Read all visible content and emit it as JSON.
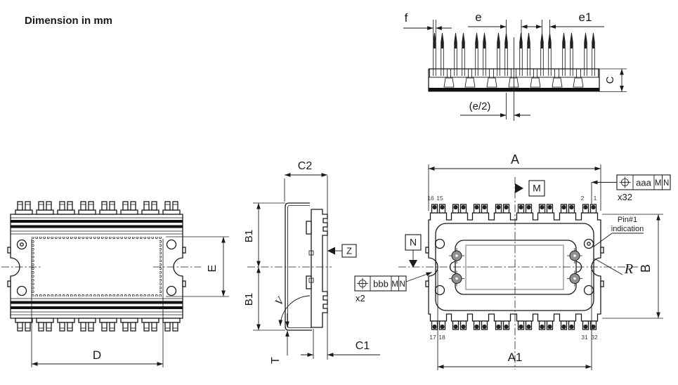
{
  "title": "Dimension in mm",
  "colors": {
    "line": "#1a1a1a",
    "pin_tip": "#222222",
    "baseplate": "#111111",
    "screw": "#8f8f8f",
    "inner_rect": "#999999"
  },
  "pin_row_view": {
    "f": "f",
    "e": "e",
    "e1": "e1",
    "c": "C",
    "e_half": "(e/2)"
  },
  "bottom_view": {
    "d": "D",
    "e": "E"
  },
  "side_view": {
    "c2": "C2",
    "b1_top": "B1",
    "b1_bottom": "B1",
    "z": "Z",
    "v": "V",
    "t": "T",
    "c1": "C1"
  },
  "top_view": {
    "a": "A",
    "a1": "A1",
    "b": "B",
    "r": "R",
    "m": "M",
    "n": "N",
    "pin1_line1": "Pin#1",
    "pin1_line2": "indication",
    "pins": {
      "p16": "16",
      "p15": "15",
      "p2": "2",
      "p1": "1",
      "p17": "17",
      "p18": "18",
      "p31": "31",
      "p32": "32"
    },
    "frame_aaa": {
      "value": "aaa",
      "datum1": "M",
      "datum2": "N",
      "count": "x32"
    },
    "frame_bbb": {
      "value": "bbb",
      "datum1": "M",
      "datum2": "N",
      "count": "x2"
    }
  }
}
